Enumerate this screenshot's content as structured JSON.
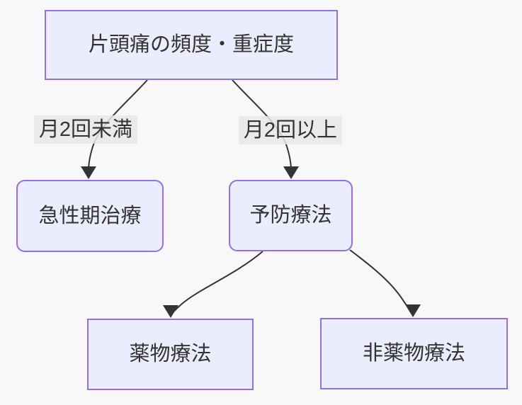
{
  "diagram": {
    "type": "flowchart",
    "direction": "top-down",
    "nodes": [
      {
        "id": "frequency",
        "label": "片頭痛の頻度・重症度",
        "shape": "rectangle"
      },
      {
        "id": "acute",
        "label": "急性期治療",
        "shape": "rounded"
      },
      {
        "id": "preventive",
        "label": "予防療法",
        "shape": "rounded"
      },
      {
        "id": "drug",
        "label": "薬物療法",
        "shape": "rectangle"
      },
      {
        "id": "nondrug",
        "label": "非薬物療法",
        "shape": "rectangle"
      }
    ],
    "edges": [
      {
        "from": "frequency",
        "to": "acute",
        "label": "月2回未満"
      },
      {
        "from": "frequency",
        "to": "preventive",
        "label": "月2回以上"
      },
      {
        "from": "preventive",
        "to": "drug",
        "label": ""
      },
      {
        "from": "preventive",
        "to": "nondrug",
        "label": ""
      }
    ],
    "colors": {
      "node_fill": "#ECECFF",
      "node_border": "#9370DB",
      "edge_line": "#333333",
      "edge_label_bg": "#e8e8e8",
      "text": "#333333",
      "background": "#f9f8f8"
    }
  }
}
